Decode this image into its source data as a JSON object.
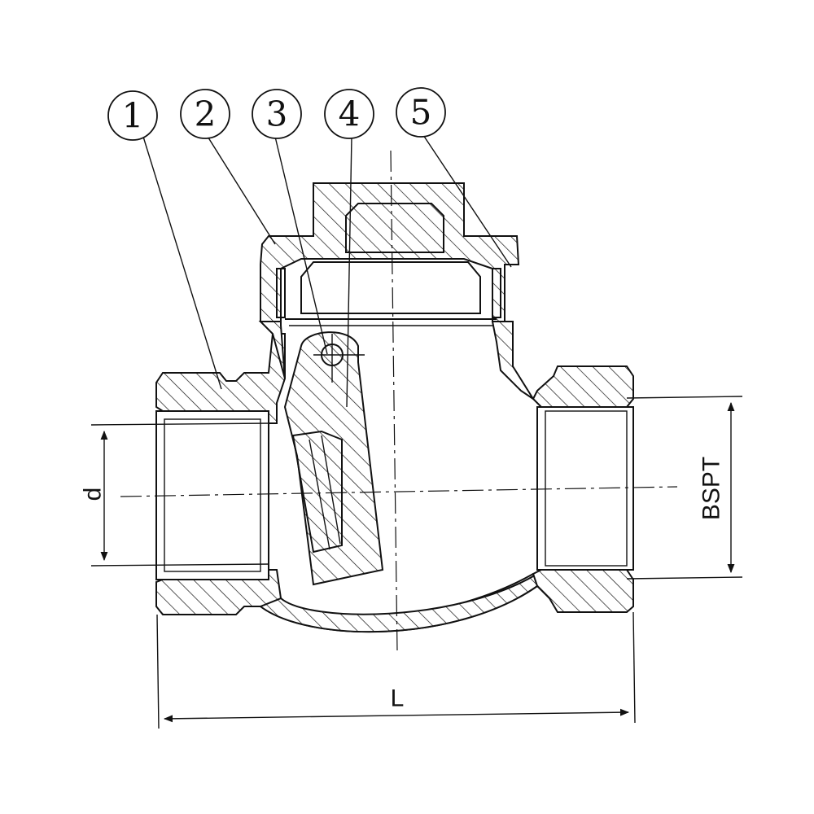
{
  "callouts": [
    "1",
    "2",
    "3",
    "4",
    "5"
  ],
  "dimensions": {
    "d": "d",
    "bspt": "BSPT",
    "length": "L"
  },
  "colors": {
    "line": "#111111",
    "background": "#ffffff"
  }
}
